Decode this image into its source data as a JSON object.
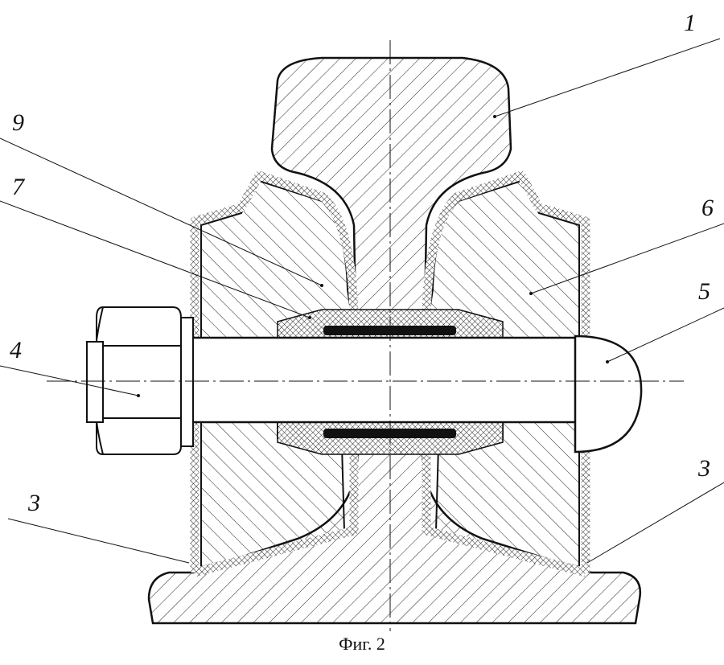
{
  "figure": {
    "caption": "Фиг. 2",
    "labels": {
      "rail": "1",
      "pad_lower_left": "3",
      "pad_lower_right": "3",
      "bolt": "4",
      "bolt_head": "5",
      "side_block": "6",
      "sleeve": "7",
      "insulating_pad": "9"
    }
  }
}
